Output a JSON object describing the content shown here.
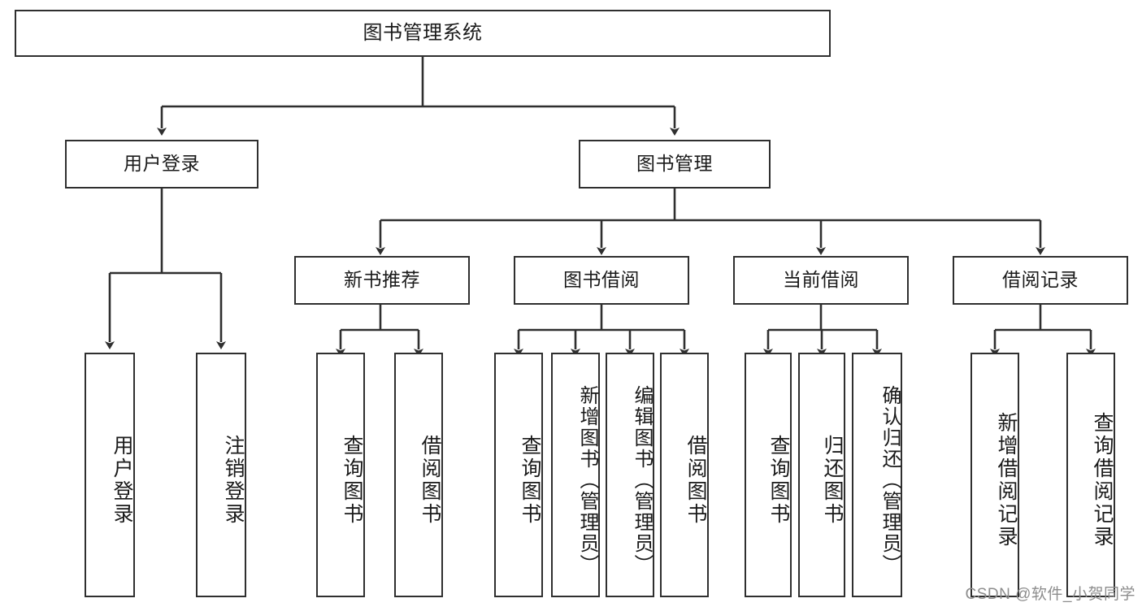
{
  "diagram": {
    "title": "图书管理系统",
    "watermark": "CSDN @软件_小贺同学",
    "colors": {
      "stroke": "#2f2f2f",
      "fill": "#ffffff",
      "text": "#1a1a1a",
      "watermark": "#8d8d8d"
    },
    "root": {
      "label": "图书管理系统"
    },
    "level2": [
      {
        "label": "用户登录"
      },
      {
        "label": "图书管理"
      }
    ],
    "level3": [
      {
        "label": "新书推荐"
      },
      {
        "label": "图书借阅"
      },
      {
        "label": "当前借阅"
      },
      {
        "label": "借阅记录"
      }
    ],
    "leaves": {
      "user_login": [
        {
          "label": "用户登录"
        },
        {
          "label": "注销登录"
        }
      ],
      "new_book_recommend": [
        {
          "label": "查询图书"
        },
        {
          "label": "借阅图书"
        }
      ],
      "book_borrow": [
        {
          "label": "查询图书"
        },
        {
          "label": "新增图书（管理员）"
        },
        {
          "label": "编辑图书（管理员）"
        },
        {
          "label": "借阅图书"
        }
      ],
      "current_borrow": [
        {
          "label": "查询图书"
        },
        {
          "label": "归还图书"
        },
        {
          "label": "确认归还（管理员）"
        }
      ],
      "borrow_records": [
        {
          "label": "新增借阅记录"
        },
        {
          "label": "查询借阅记录"
        }
      ]
    }
  }
}
